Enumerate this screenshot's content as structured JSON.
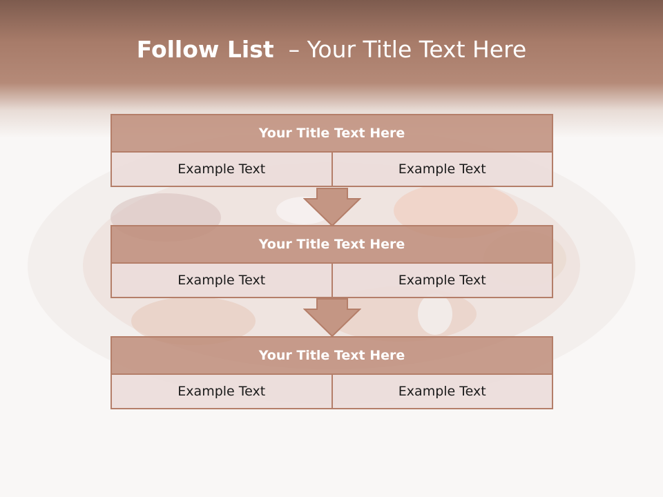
{
  "slide": {
    "title_bold": "Follow List",
    "title_rest": "– Your Title Text Here"
  },
  "blocks": [
    {
      "title": "Your Title Text Here",
      "left": "Example Text",
      "right": "Example Text"
    },
    {
      "title": "Your Title Text Here",
      "left": "Example Text",
      "right": "Example Text"
    },
    {
      "title": "Your Title Text Here",
      "left": "Example Text",
      "right": "Example Text"
    }
  ],
  "colors": {
    "accent": "#b47e69",
    "header": "#a77b69",
    "cell": "#ecdcda"
  }
}
